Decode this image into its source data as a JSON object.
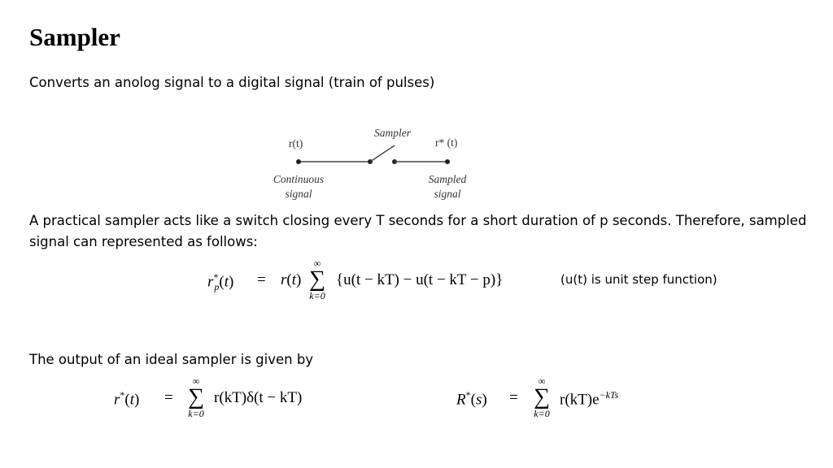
{
  "slide": {
    "title": "Sampler",
    "intro": "Converts an anolog signal to a digital signal (train of pulses)",
    "practical_text": "A practical sampler acts like a switch closing every T seconds for a short duration of p seconds. Therefore, sampled signal can represented as follows:",
    "ideal_text": "The output of an ideal sampler is given by"
  },
  "diagram": {
    "input_label": "r(t)",
    "switch_label": "Sampler",
    "output_label": "r* (t)",
    "left_caption_line1": "Continuous",
    "left_caption_line2": "signal",
    "right_caption_line1": "Sampled",
    "right_caption_line2": "signal"
  },
  "equations": {
    "practical": {
      "lhs": "r*p(t)",
      "eq": "=",
      "rhs_prefix": "r(t)",
      "sum_upper": "∞",
      "sum_lower": "k=0",
      "rhs_body": "{u(t − kT) − u(t − kT − p)}",
      "note": "(u(t) is unit step function)"
    },
    "ideal_time": {
      "lhs": "r*(t)",
      "eq": "=",
      "sum_upper": "∞",
      "sum_lower": "k=0",
      "rhs_body": "r(kT)δ(t − kT)"
    },
    "ideal_laplace": {
      "lhs": "R*(s)",
      "eq": "=",
      "sum_upper": "∞",
      "sum_lower": "k=0",
      "rhs_body": "r(kT)e",
      "exponent": "−kTs"
    }
  }
}
